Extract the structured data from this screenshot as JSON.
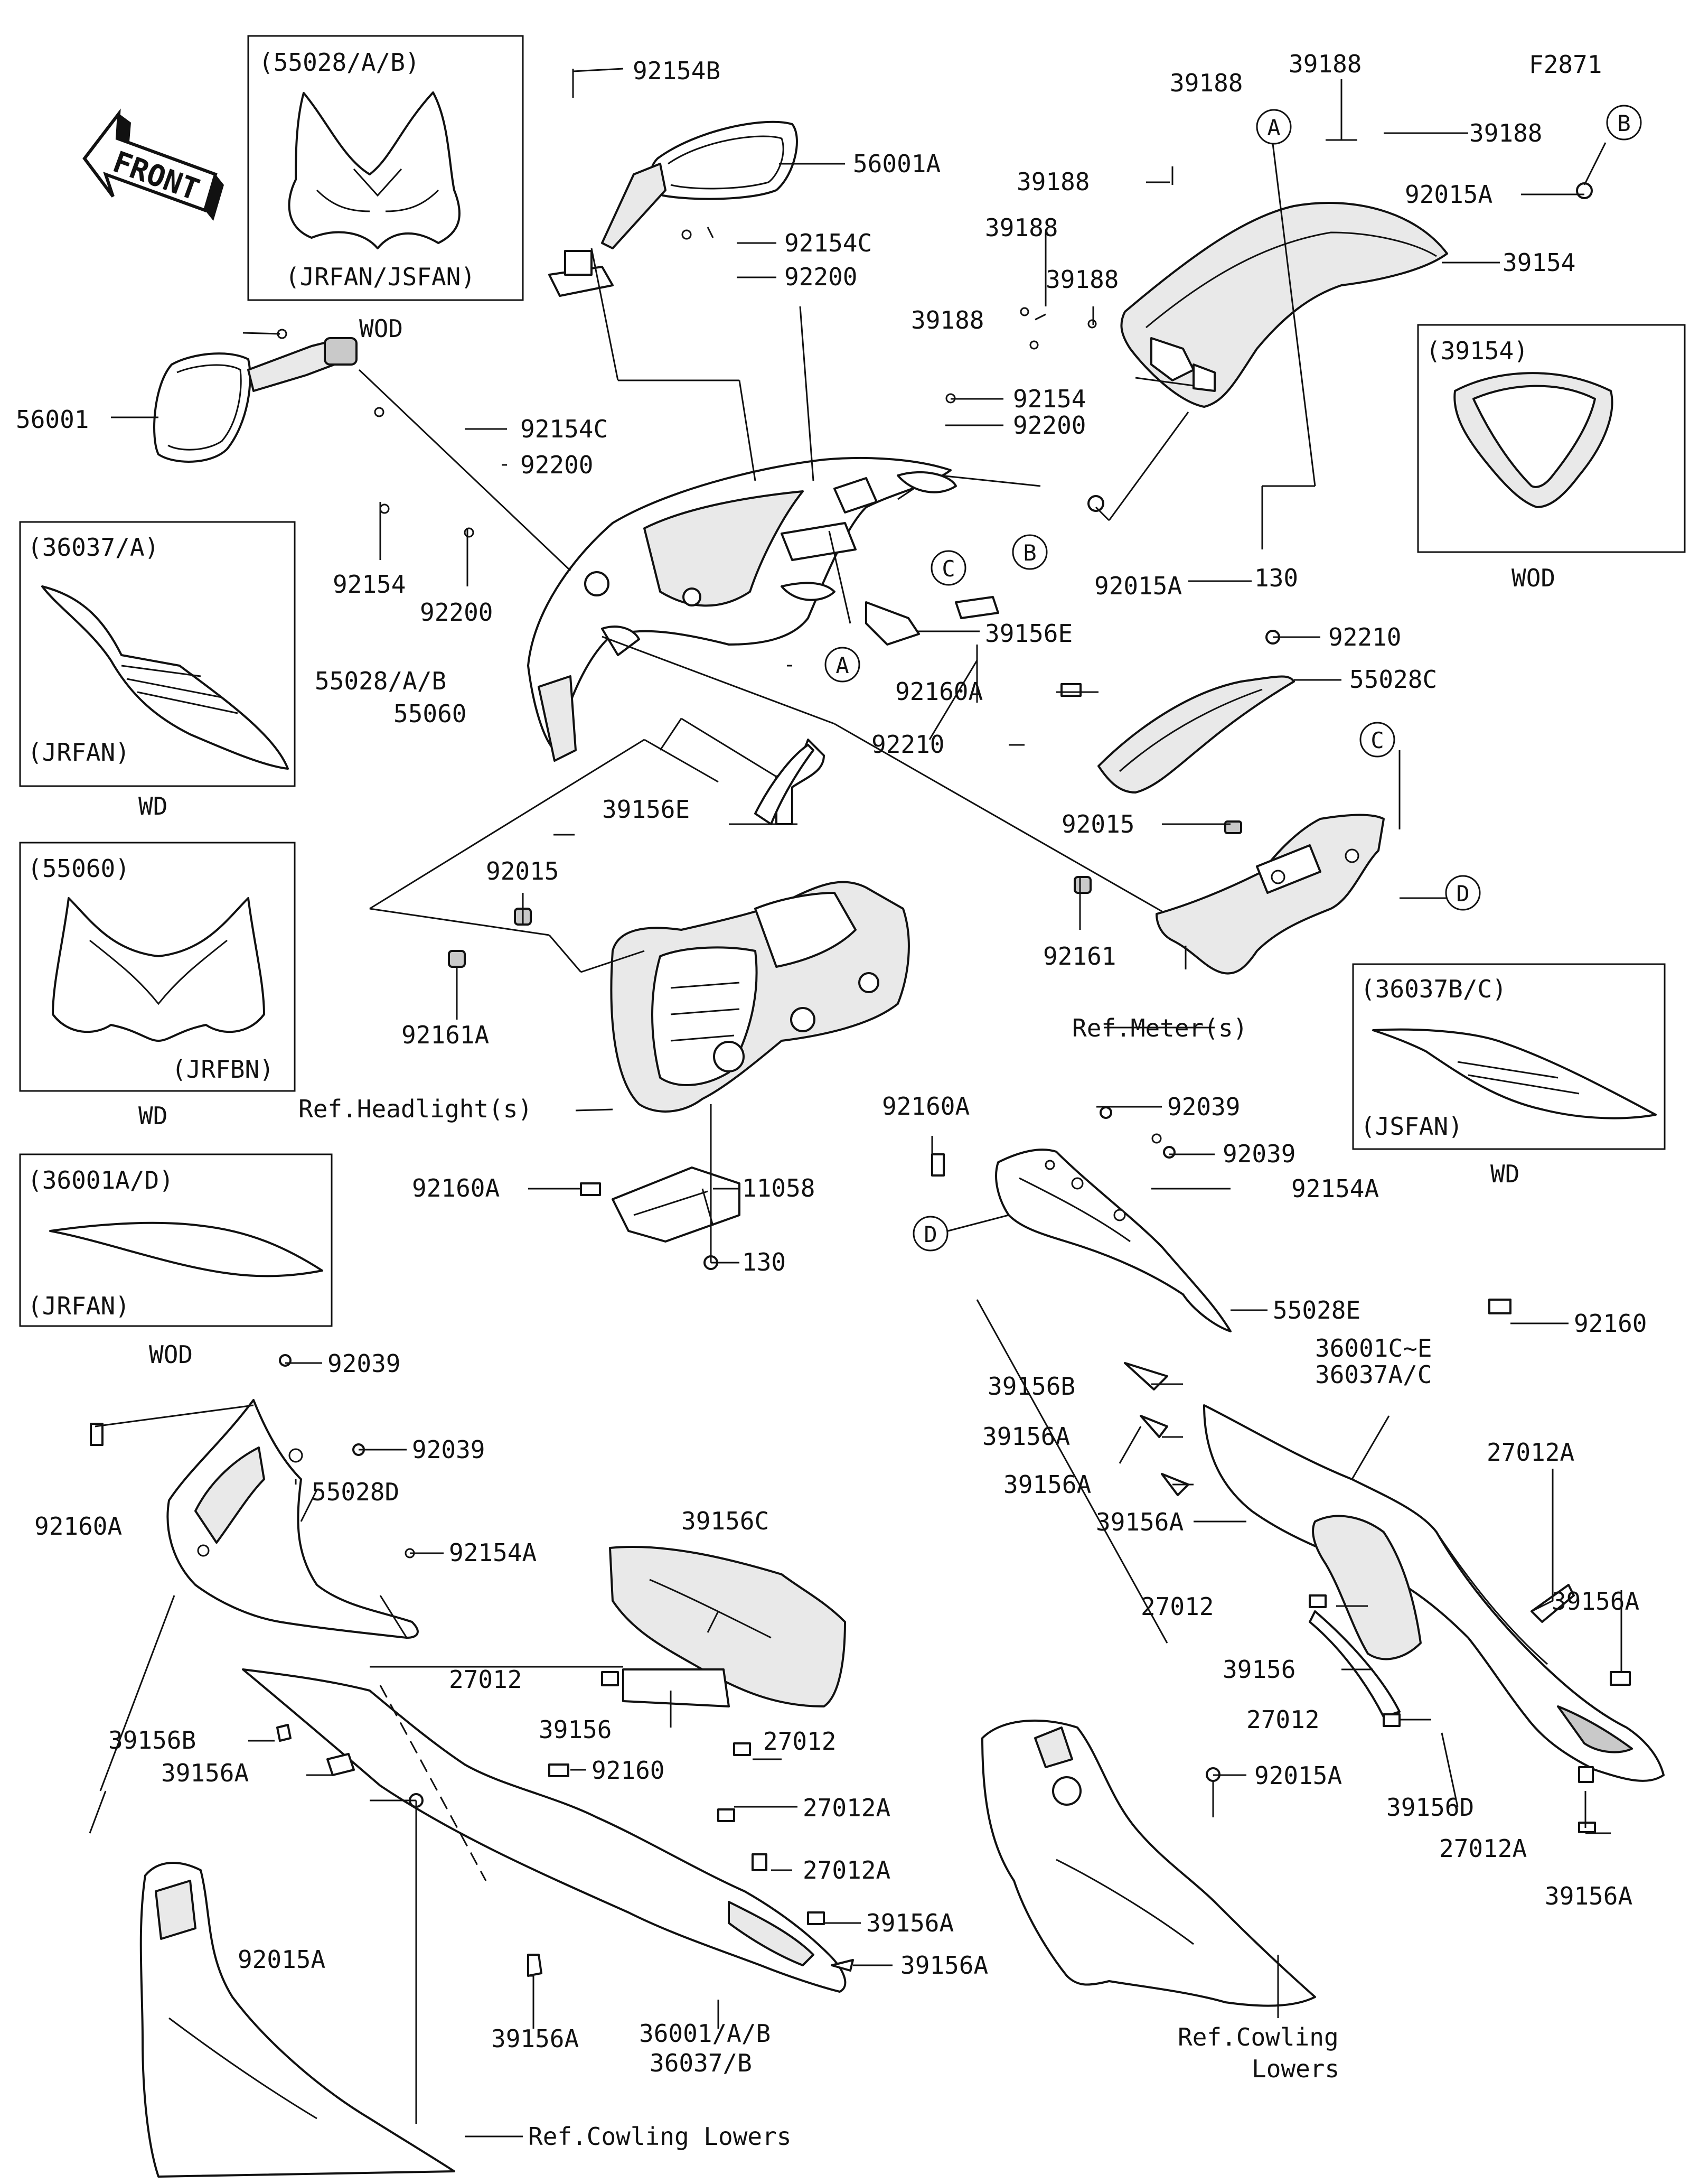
{
  "figure_code": "F2871",
  "front_label": "FRONT",
  "callouts": [
    "A",
    "B",
    "C",
    "D"
  ],
  "part_labels": [
    "92154B",
    "56001A",
    "92154C",
    "92200",
    "56001",
    "92154C",
    "92200",
    "92154",
    "92200",
    "55028/A/B",
    "55060",
    "39156E",
    "92015",
    "92161A",
    "Ref.Headlight(s)",
    "92160A",
    "11058",
    "130",
    "39188",
    "39188",
    "39188",
    "39188",
    "39188",
    "39188",
    "39188",
    "92015A",
    "39154",
    "92154",
    "92200",
    "92015A",
    "130",
    "92210",
    "92160A",
    "55028C",
    "92210",
    "39156E",
    "92015",
    "92161",
    "Ref.Meter(s)",
    "92160A",
    "92039",
    "92039",
    "92154A",
    "55028E",
    "92160",
    "36001C~E",
    "36037A/C",
    "27012A",
    "39156B",
    "39156A",
    "39156A",
    "39156A",
    "27012",
    "39156",
    "27012",
    "92015A",
    "39156D",
    "39156A",
    "27012A",
    "39156A",
    "Ref.Cowling",
    "Lowers",
    "92039",
    "92039",
    "55028D",
    "92160A",
    "92154A",
    "39156C",
    "27012",
    "39156",
    "27012",
    "92160",
    "27012A",
    "27012A",
    "39156B",
    "39156A",
    "39156A",
    "92015A",
    "39156A",
    "39156A",
    "36001/A/B",
    "36037/B",
    "Ref.Cowling Lowers"
  ],
  "inset_panels": [
    {
      "title": "(55028/A/B)",
      "note": "(JRFAN/JSFAN)",
      "caption": "WOD"
    },
    {
      "title": "(36037/A)",
      "note": "(JRFAN)",
      "caption": "WD"
    },
    {
      "title": "(55060)",
      "note": "(JRFBN)",
      "caption": "WD"
    },
    {
      "title": "(36001A/D)",
      "note": "(JRFAN)",
      "caption": "WOD"
    },
    {
      "title": "(39154)",
      "note": "",
      "caption": "WOD"
    },
    {
      "title": "(36037B/C)",
      "note": "(JSFAN)",
      "caption": "WD"
    }
  ]
}
